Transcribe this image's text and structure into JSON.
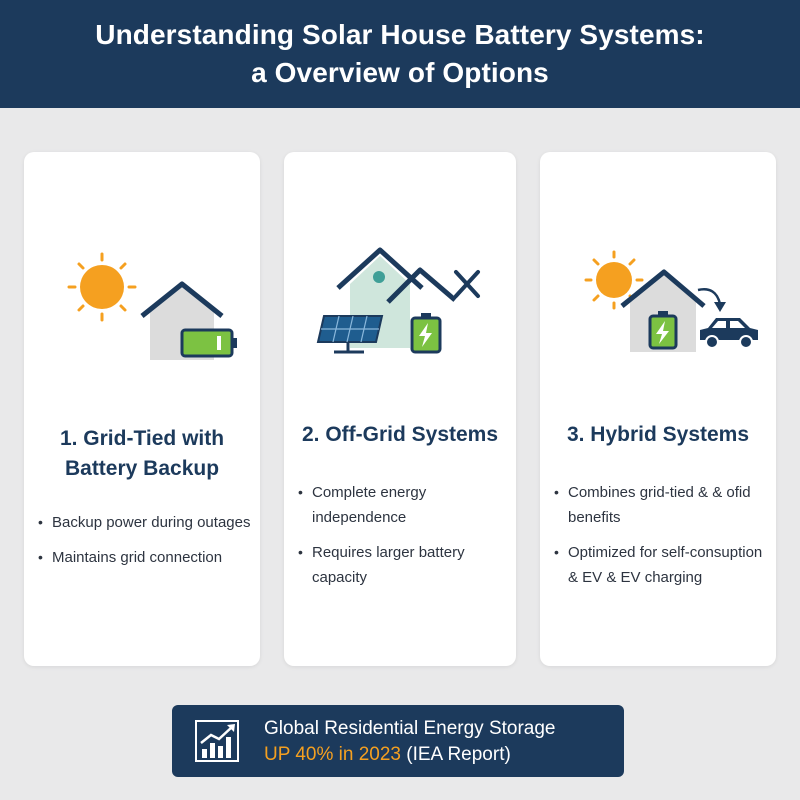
{
  "header": {
    "title_line1": "Understanding Solar House Battery Systems:",
    "title_line2": "a Overview of Options"
  },
  "cards": [
    {
      "title_line1": "1. Grid-Tied with",
      "title_line2": "Battery Backup",
      "bullets": [
        "Backup power during outages",
        "Maintains grid connection"
      ],
      "icons": [
        "sun-icon",
        "house-icon",
        "battery-icon"
      ]
    },
    {
      "title": "2. Off-Grid Systems",
      "bullets": [
        "Complete energy independence",
        "Requires larger battery capacity"
      ],
      "icons": [
        "house-icon",
        "solar-panel-icon",
        "battery-charging-icon",
        "no-grid-x-icon"
      ]
    },
    {
      "title": "3. Hybrid Systems",
      "bullets": [
        "Combines grid-tied & & ofid benefits",
        "Optimized for self-consuption & EV       & EV charging"
      ],
      "icons": [
        "sun-icon",
        "house-icon",
        "battery-charging-icon",
        "car-icon",
        "arrow-icon"
      ]
    }
  ],
  "banner": {
    "line1": "Global Residential Energy Storage",
    "line2_highlight": "UP 40% in 2023",
    "line2_rest": " (IEA Report)",
    "icon": "growth-chart-icon"
  },
  "colors": {
    "navy": "#1c3a5c",
    "sun_orange": "#f5a020",
    "battery_green": "#7cc242",
    "panel_blue": "#1f5d8f"
  }
}
